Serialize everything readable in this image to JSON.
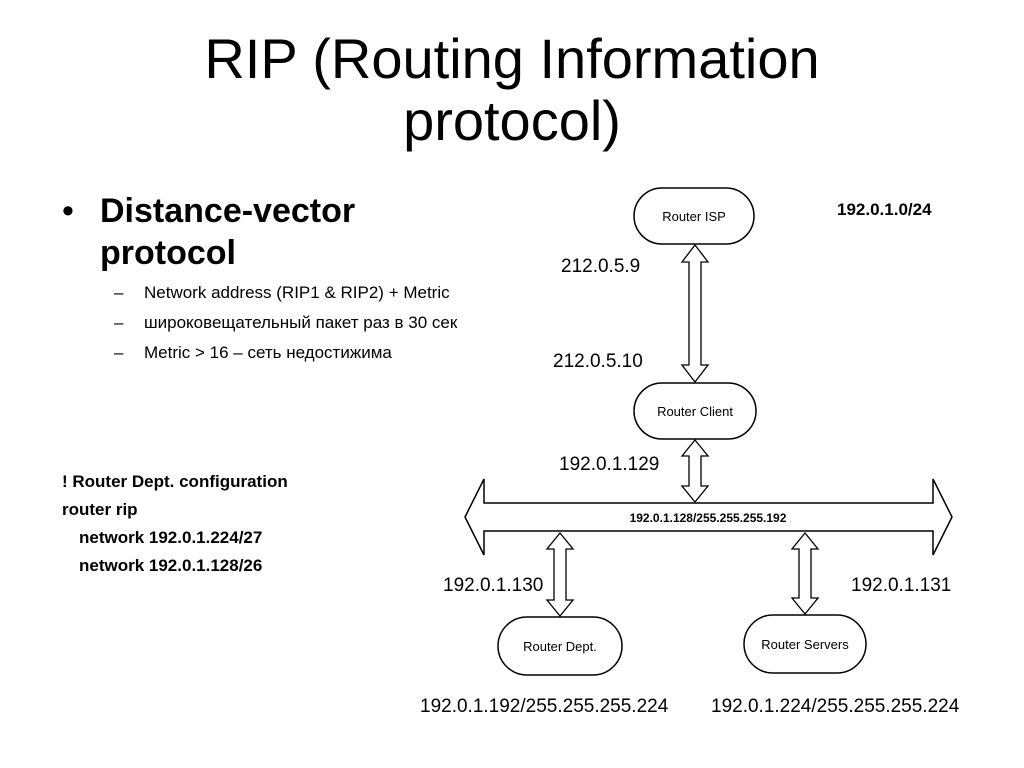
{
  "slide": {
    "title_line1": "RIP (Routing Information",
    "title_line2": "protocol)",
    "bullet": "Distance-vector protocol",
    "sub_bullets": [
      "Network address (RIP1 & RIP2) + Metric",
      "широковещательный пакет раз в 30 сек",
      "Metric > 16 – сеть недостижима"
    ],
    "config": [
      "! Router Dept. configuration",
      "router rip",
      "network 192.0.1.224/27",
      "network 192.0.1.128/26"
    ]
  },
  "diagram": {
    "network_label": "192.0.1.0/24",
    "routers": {
      "isp": "Router ISP",
      "client": "Router Client",
      "dept": "Router Dept.",
      "servers": "Router Servers"
    },
    "ips": {
      "isp_link": "212.0.5.9",
      "client_link": "212.0.5.10",
      "client_bus": "192.0.1.129",
      "dept_bus": "192.0.1.130",
      "servers_bus": "192.0.1.131"
    },
    "bus_label": "192.0.1.128/255.255.255.192",
    "subnets": {
      "dept": "192.0.1.192/255.255.255.224",
      "servers": "192.0.1.224/255.255.255.224"
    }
  }
}
